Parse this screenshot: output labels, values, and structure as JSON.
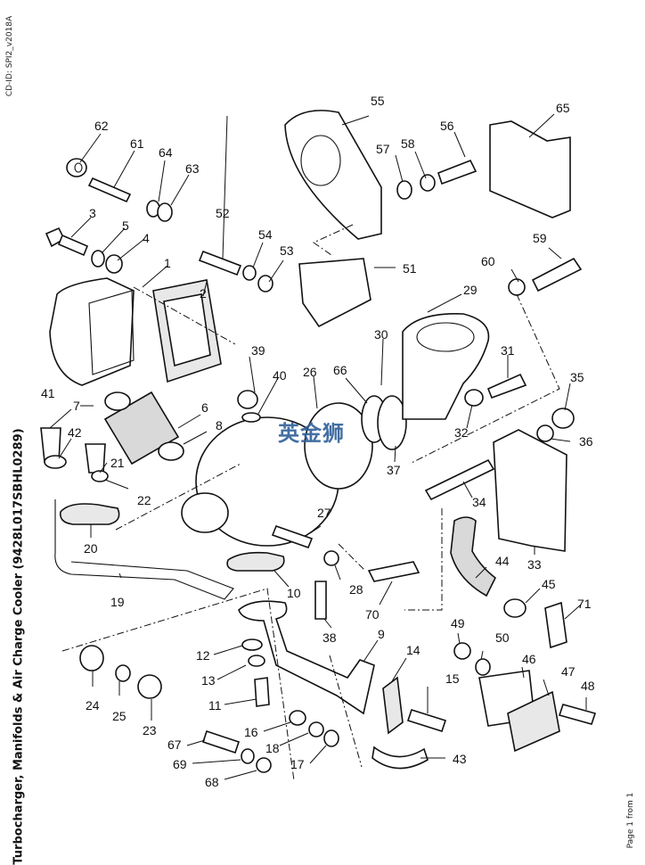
{
  "document": {
    "cd_id": "CD-ID: SPI2_v2018A",
    "title": "Turbocharger, Manifolds & Air Charge Cooler (9428L017SBHL0289)",
    "page_indicator": "Page 1 from 1",
    "watermark": "英金狮"
  },
  "callouts": [
    {
      "id": "1",
      "label": "1"
    },
    {
      "id": "2",
      "label": "2"
    },
    {
      "id": "3",
      "label": "3"
    },
    {
      "id": "4",
      "label": "4"
    },
    {
      "id": "5",
      "label": "5"
    },
    {
      "id": "6",
      "label": "6"
    },
    {
      "id": "7",
      "label": "7"
    },
    {
      "id": "8",
      "label": "8"
    },
    {
      "id": "9",
      "label": "9"
    },
    {
      "id": "10",
      "label": "10"
    },
    {
      "id": "11",
      "label": "11"
    },
    {
      "id": "12",
      "label": "12"
    },
    {
      "id": "13",
      "label": "13"
    },
    {
      "id": "14",
      "label": "14"
    },
    {
      "id": "15",
      "label": "15"
    },
    {
      "id": "16",
      "label": "16"
    },
    {
      "id": "17",
      "label": "17"
    },
    {
      "id": "18",
      "label": "18"
    },
    {
      "id": "19",
      "label": "19"
    },
    {
      "id": "20",
      "label": "20"
    },
    {
      "id": "21",
      "label": "21"
    },
    {
      "id": "22",
      "label": "22"
    },
    {
      "id": "23",
      "label": "23"
    },
    {
      "id": "24",
      "label": "24"
    },
    {
      "id": "25",
      "label": "25"
    },
    {
      "id": "26",
      "label": "26"
    },
    {
      "id": "27",
      "label": "27"
    },
    {
      "id": "28",
      "label": "28"
    },
    {
      "id": "29",
      "label": "29"
    },
    {
      "id": "30",
      "label": "30"
    },
    {
      "id": "31",
      "label": "31"
    },
    {
      "id": "32",
      "label": "32"
    },
    {
      "id": "33",
      "label": "33"
    },
    {
      "id": "34",
      "label": "34"
    },
    {
      "id": "35",
      "label": "35"
    },
    {
      "id": "36",
      "label": "36"
    },
    {
      "id": "37",
      "label": "37"
    },
    {
      "id": "38",
      "label": "38"
    },
    {
      "id": "39",
      "label": "39"
    },
    {
      "id": "40",
      "label": "40"
    },
    {
      "id": "41",
      "label": "41"
    },
    {
      "id": "42",
      "label": "42"
    },
    {
      "id": "43",
      "label": "43"
    },
    {
      "id": "44",
      "label": "44"
    },
    {
      "id": "45",
      "label": "45"
    },
    {
      "id": "46",
      "label": "46"
    },
    {
      "id": "47",
      "label": "47"
    },
    {
      "id": "48",
      "label": "48"
    },
    {
      "id": "49",
      "label": "49"
    },
    {
      "id": "50",
      "label": "50"
    },
    {
      "id": "51",
      "label": "51"
    },
    {
      "id": "52",
      "label": "52"
    },
    {
      "id": "53",
      "label": "53"
    },
    {
      "id": "54",
      "label": "54"
    },
    {
      "id": "55",
      "label": "55"
    },
    {
      "id": "56",
      "label": "56"
    },
    {
      "id": "57",
      "label": "57"
    },
    {
      "id": "58",
      "label": "58"
    },
    {
      "id": "59",
      "label": "59"
    },
    {
      "id": "60",
      "label": "60"
    },
    {
      "id": "61",
      "label": "61"
    },
    {
      "id": "62",
      "label": "62"
    },
    {
      "id": "63",
      "label": "63"
    },
    {
      "id": "64",
      "label": "64"
    },
    {
      "id": "65",
      "label": "65"
    },
    {
      "id": "66",
      "label": "66"
    },
    {
      "id": "67",
      "label": "67"
    },
    {
      "id": "68",
      "label": "68"
    },
    {
      "id": "69",
      "label": "69"
    },
    {
      "id": "70",
      "label": "70"
    },
    {
      "id": "71",
      "label": "71"
    }
  ],
  "colors": {
    "watermark": "#2f5f9a",
    "line": "#111111",
    "background": "#ffffff"
  }
}
